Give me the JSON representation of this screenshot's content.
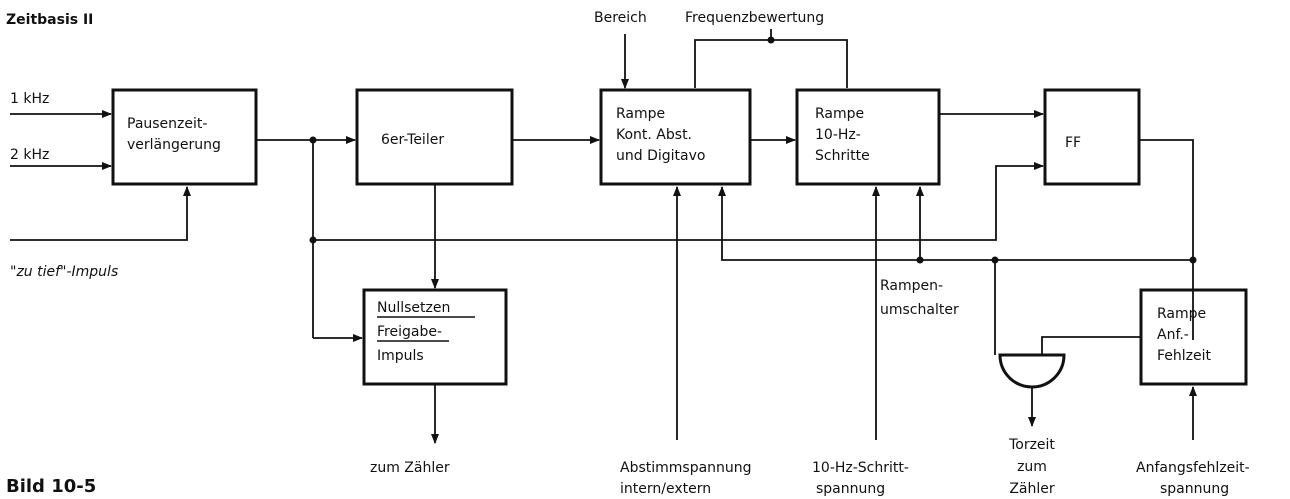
{
  "header": {
    "title": "Zeitbasis II"
  },
  "figure": {
    "caption": "Bild 10-5"
  },
  "top_labels": {
    "bereich": "Bereich",
    "frequenzbewertung": "Frequenzbewertung"
  },
  "inputs": {
    "khz1": "1 kHz",
    "khz2": "2 kHz",
    "zu_tief": "\"zu tief\"-Impuls"
  },
  "blocks": {
    "pause": [
      "Pausenzeit-",
      "verlängerung"
    ],
    "teiler": [
      "6er-Teiler"
    ],
    "rampe1": [
      "Rampe",
      "Kont. Abst.",
      "und Digitavo"
    ],
    "rampe2": [
      "Rampe",
      "10-Hz-",
      "Schritte"
    ],
    "ff": [
      "FF"
    ],
    "nullsetzen": [
      "Nullsetzen",
      "Freigabe-",
      "Impuls"
    ],
    "rampe3": [
      "Rampe",
      "Anf.-",
      "Fehlzeit"
    ]
  },
  "mid_labels": {
    "rampenumschalter": [
      "Rampen-",
      "umschalter"
    ]
  },
  "bottom_labels": {
    "zum_zaehler": "zum Zähler",
    "abstimm": [
      "Abstimmspannung",
      "intern/extern"
    ],
    "schritt": [
      "10-Hz-Schritt-",
      "spannung"
    ],
    "torzeit": [
      "Torzeit",
      "zum",
      "Zähler"
    ],
    "anfang": [
      "Anfangsfehlzeit-",
      "spannung"
    ]
  }
}
